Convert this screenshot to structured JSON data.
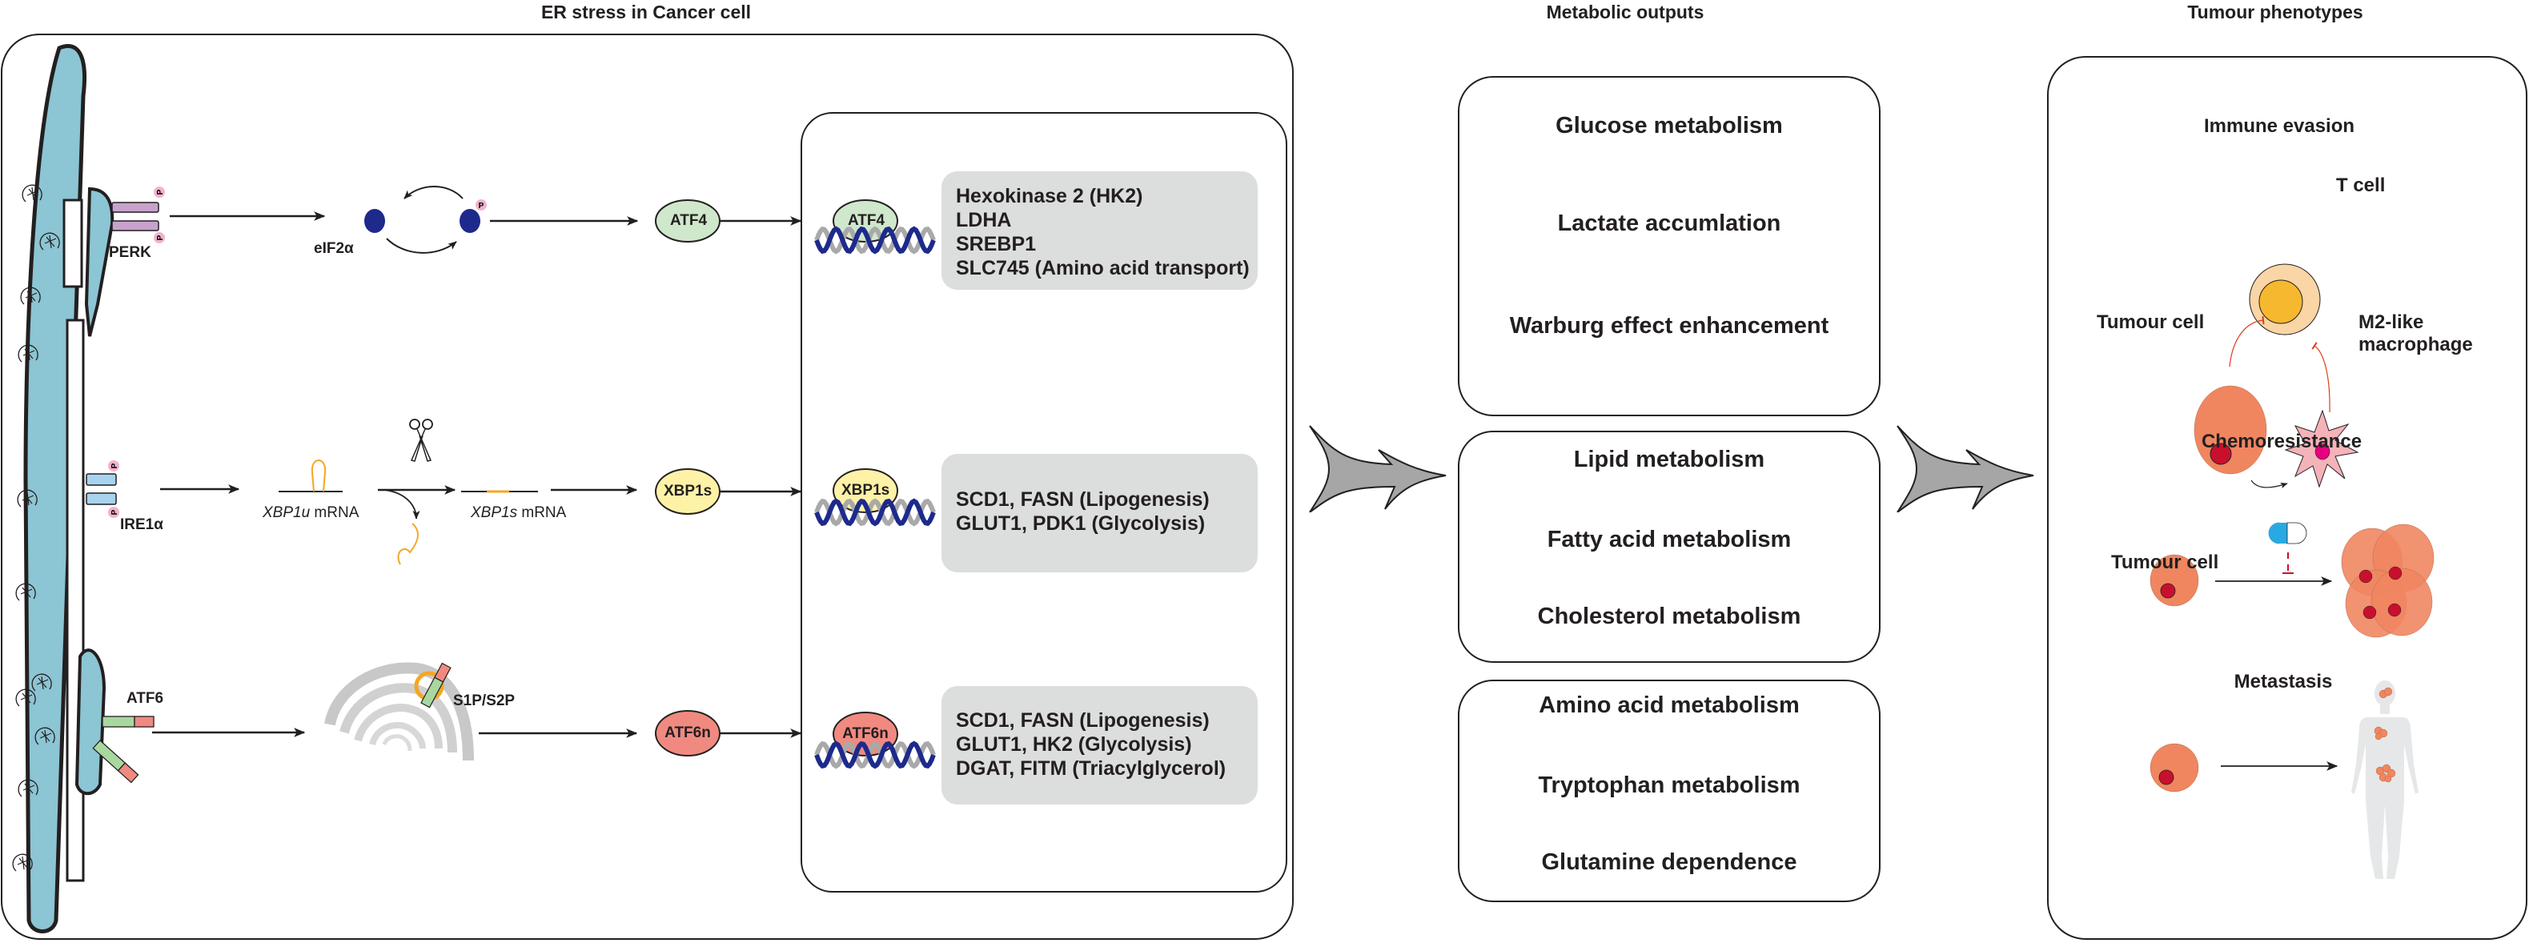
{
  "headers": {
    "er_stress": "ER stress in Cancer cell",
    "metabolic_outputs": "Metabolic outputs",
    "tumour_phenotypes": "Tumour phenotypes"
  },
  "er_panel": {
    "perk_branch": {
      "sensor": "PERK",
      "phospho": "P",
      "intermediate": "eIF2α",
      "tf": "ATF4",
      "targets": [
        "Hexokinase 2 (HK2)",
        "LDHA",
        "SREBP1",
        "SLC745 (Amino acid transport)"
      ]
    },
    "ire1_branch": {
      "sensor": "IRE1α",
      "phospho": "P",
      "mrna_unspliced_italic": "XBP1u",
      "mrna_unspliced_suffix": " mRNA",
      "mrna_spliced_italic": "XBP1s",
      "mrna_spliced_suffix": " mRNA",
      "tf": "XBP1s",
      "targets": [
        "SCD1, FASN (Lipogenesis)",
        "GLUT1, PDK1 (Glycolysis)"
      ]
    },
    "atf6_branch": {
      "sensor": "ATF6",
      "protease": "S1P/S2P",
      "tf": "ATF6n",
      "targets": [
        "SCD1, FASN (Lipogenesis)",
        "GLUT1, HK2 (Glycolysis)",
        "DGAT, FITM (Triacylglycerol)"
      ]
    }
  },
  "metabolic_groups": [
    {
      "name": "glucose",
      "items": [
        "Glucose metabolism",
        "Lactate accumlation",
        "Warburg effect enhancement"
      ]
    },
    {
      "name": "lipid",
      "items": [
        "Lipid metabolism",
        "Fatty acid metabolism",
        "Cholesterol metabolism"
      ]
    },
    {
      "name": "amino-acid",
      "items": [
        "Amino acid metabolism",
        "Tryptophan metabolism",
        "Glutamine dependence"
      ]
    }
  ],
  "phenotypes": {
    "immune_evasion": {
      "title": "Immune evasion",
      "t_cell": "T cell",
      "tumour_cell": "Tumour cell",
      "macrophage_line1": "M2-like",
      "macrophage_line2": "macrophage"
    },
    "chemoresistance": {
      "title": "Chemoresistance",
      "tumour_cell": "Tumour cell"
    },
    "metastasis": {
      "title": "Metastasis"
    }
  },
  "colors": {
    "er_fill": "#8cc5d3",
    "perk": "#c8a2cc",
    "ire1": "#a8d3ee",
    "atf4": "#cfe7cb",
    "xbp1s": "#fdf2a6",
    "atf6n": "#f08a80",
    "phospho": "#f3b2cf",
    "dna_dark": "#1d2a8c",
    "dna_light": "#a9a9a9",
    "gene_box": "#dcdddd",
    "tumour": "#ef8660",
    "nucleus": "#c8102e",
    "t_cell_outer": "#fad5a5",
    "t_cell_inner": "#f6b82f",
    "macrophage": "#f4b3b8",
    "pill": "#29a9e1",
    "big_arrow": "#a6a6a6"
  }
}
